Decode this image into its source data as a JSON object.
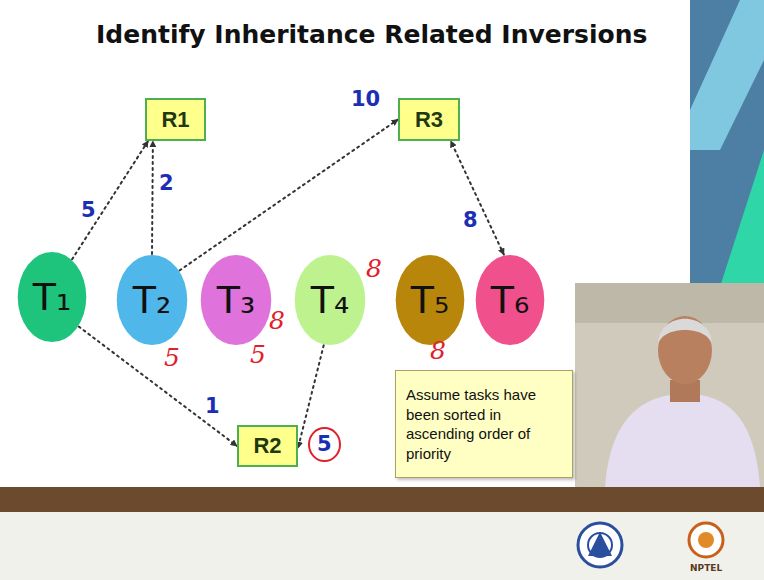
{
  "diagram": {
    "title": "Identify Inheritance Related Inversions",
    "nodes": [
      {
        "text": [
          "R1"
        ]
      },
      {
        "text": [
          "R3"
        ]
      },
      {
        "text": [
          "T₁"
        ]
      },
      {
        "text": [
          "T₂"
        ]
      },
      {
        "text": [
          "T₃"
        ]
      },
      {
        "text": [
          "T₄"
        ]
      },
      {
        "text": [
          "T₅"
        ]
      },
      {
        "text": [
          "T₆"
        ]
      },
      {
        "text": [
          "Assume tasks have been sorted in ascending order of priority"
        ]
      },
      {
        "text": [
          "R2"
        ]
      }
    ],
    "edges": [
      {
        "from": 2,
        "to": 0,
        "label": "5",
        "arrow": "to"
      },
      {
        "from": 3,
        "to": 0,
        "label": "2",
        "arrow": "to"
      },
      {
        "from": 3,
        "to": 1,
        "label": "10",
        "arrow": "to"
      },
      {
        "from": 7,
        "to": 1,
        "label": "8",
        "arrow": "both"
      },
      {
        "from": 2,
        "to": 9,
        "label": "1",
        "arrow": "to"
      },
      {
        "from": 5,
        "to": 9,
        "label": "5",
        "arrow": "to"
      }
    ],
    "labels": [
      "8",
      "8",
      "5",
      "8",
      "5",
      "NPTEL"
    ]
  }
}
